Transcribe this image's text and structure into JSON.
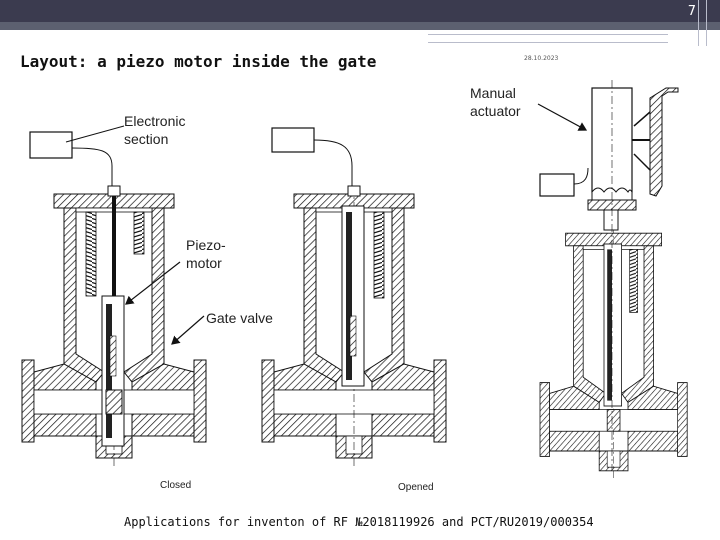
{
  "slide": {
    "number": "7",
    "title": "Layout: a piezo motor inside the gate",
    "date": "28.10.2023",
    "footer": "Applications for inventon of RF №2018119926 and PCT/RU2019/000354"
  },
  "labels": {
    "electronic_line1": "Electronic",
    "electronic_line2": "section",
    "manual_line1": "Manual",
    "manual_line2": "actuator",
    "piezo_line1": "Piezo-",
    "piezo_line2": "motor",
    "gate_valve": "Gate valve",
    "closed": "Closed",
    "opened": "Opened"
  },
  "colors": {
    "header": "#3b3b4f",
    "line": "#111111",
    "hatch": "#111111"
  }
}
